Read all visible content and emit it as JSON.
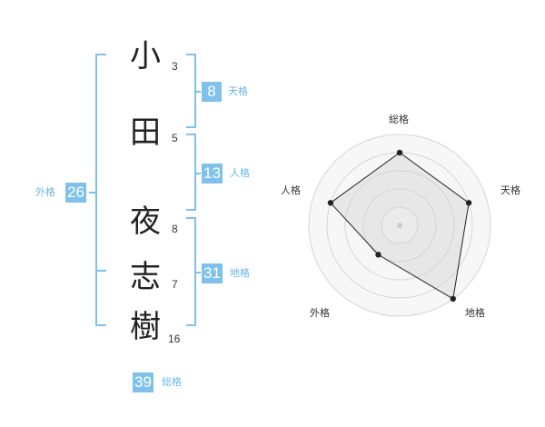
{
  "colors": {
    "accent": "#7fc1ea",
    "accent_text": "#6ab7e6",
    "radar_fill": "#f0f0f0",
    "radar_stroke": "#222222",
    "grid": "#d5d5d5"
  },
  "name": {
    "characters": [
      {
        "char": "小",
        "strokes": "3"
      },
      {
        "char": "田",
        "strokes": "5"
      },
      {
        "char": "夜",
        "strokes": "8"
      },
      {
        "char": "志",
        "strokes": "7"
      },
      {
        "char": "樹",
        "strokes": "16"
      }
    ]
  },
  "kakusu": {
    "tenkaku": {
      "value": "8",
      "label": "天格"
    },
    "jinkaku": {
      "value": "13",
      "label": "人格"
    },
    "chikaku": {
      "value": "31",
      "label": "地格"
    },
    "gaikaku": {
      "value": "26",
      "label": "外格"
    },
    "soukaku": {
      "value": "39",
      "label": "総格"
    }
  },
  "chart_data": {
    "type": "radar",
    "axes": [
      "総格",
      "天格",
      "地格",
      "外格",
      "人格"
    ],
    "scale_max": 5,
    "rings": 5,
    "values": [
      4,
      4,
      5,
      2,
      4
    ]
  }
}
